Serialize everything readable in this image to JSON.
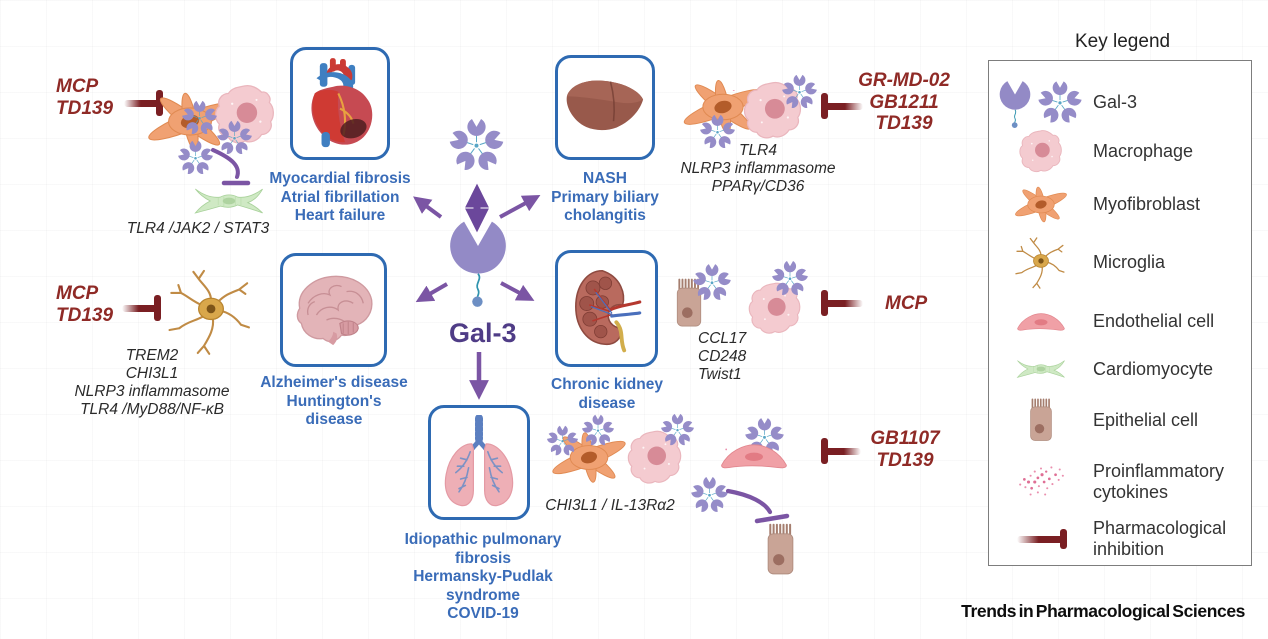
{
  "center": {
    "label": "Gal-3"
  },
  "journal": "Trends in Pharmacological Sciences",
  "legend": {
    "title": "Key legend",
    "items": [
      {
        "name": "gal3",
        "label": "Gal-3"
      },
      {
        "name": "macrophage",
        "label": "Macrophage"
      },
      {
        "name": "myofibroblast",
        "label": "Myofibroblast"
      },
      {
        "name": "microglia",
        "label": "Microglia"
      },
      {
        "name": "endothelial-cell",
        "label": "Endothelial cell"
      },
      {
        "name": "cardiomyocyte",
        "label": "Cardiomyocyte"
      },
      {
        "name": "epithelial-cell",
        "label": "Epithelial cell"
      },
      {
        "name": "proinflammatory-cytokines",
        "label": "Proinflammatory\ncytokines"
      },
      {
        "name": "pharmacological-inhibition",
        "label": "Pharmacological\ninhibition"
      }
    ]
  },
  "heart_cluster": {
    "inhibitors": "MCP\nTD139",
    "mediators": "TLR4 /JAK2 / STAT3",
    "diseases": "Myocardial fibrosis\nAtrial fibrillation\nHeart failure"
  },
  "liver_cluster": {
    "inhibitors": "GR-MD-02\nGB1211\nTD139",
    "mediators": "TLR4\nNLRP3 inflammasome\nPPARγ/CD36",
    "diseases": "NASH\nPrimary biliary\ncholangitis"
  },
  "brain_cluster": {
    "inhibitors": "MCP\nTD139",
    "mediators": "TREM2\nCHI3L1\nNLRP3 inflammasome\nTLR4 /MyD88/NF-κB",
    "diseases": "Alzheimer's disease\nHuntington's disease"
  },
  "kidney_cluster": {
    "inhibitors": "MCP",
    "mediators": "CCL17\nCD248\nTwist1",
    "diseases": "Chronic kidney disease"
  },
  "lung_cluster": {
    "inhibitors": "GB1107\nTD139",
    "mediators": "CHI3L1 / IL-13Rα2",
    "diseases": "Idiopathic pulmonary fibrosis\nHermansky-Pudlak syndrome\nCOVID-19"
  },
  "colors": {
    "gal3_purple": "#938ac6",
    "arrow_purple": "#7b55a4",
    "arrow_dark_purple": "#6b479b",
    "disease_blue": "#3a6cb8",
    "inhibitor_red": "#8f2a26",
    "inhibition_bar": "#7a1f23",
    "box_border_blue": "#2e6ab2"
  }
}
